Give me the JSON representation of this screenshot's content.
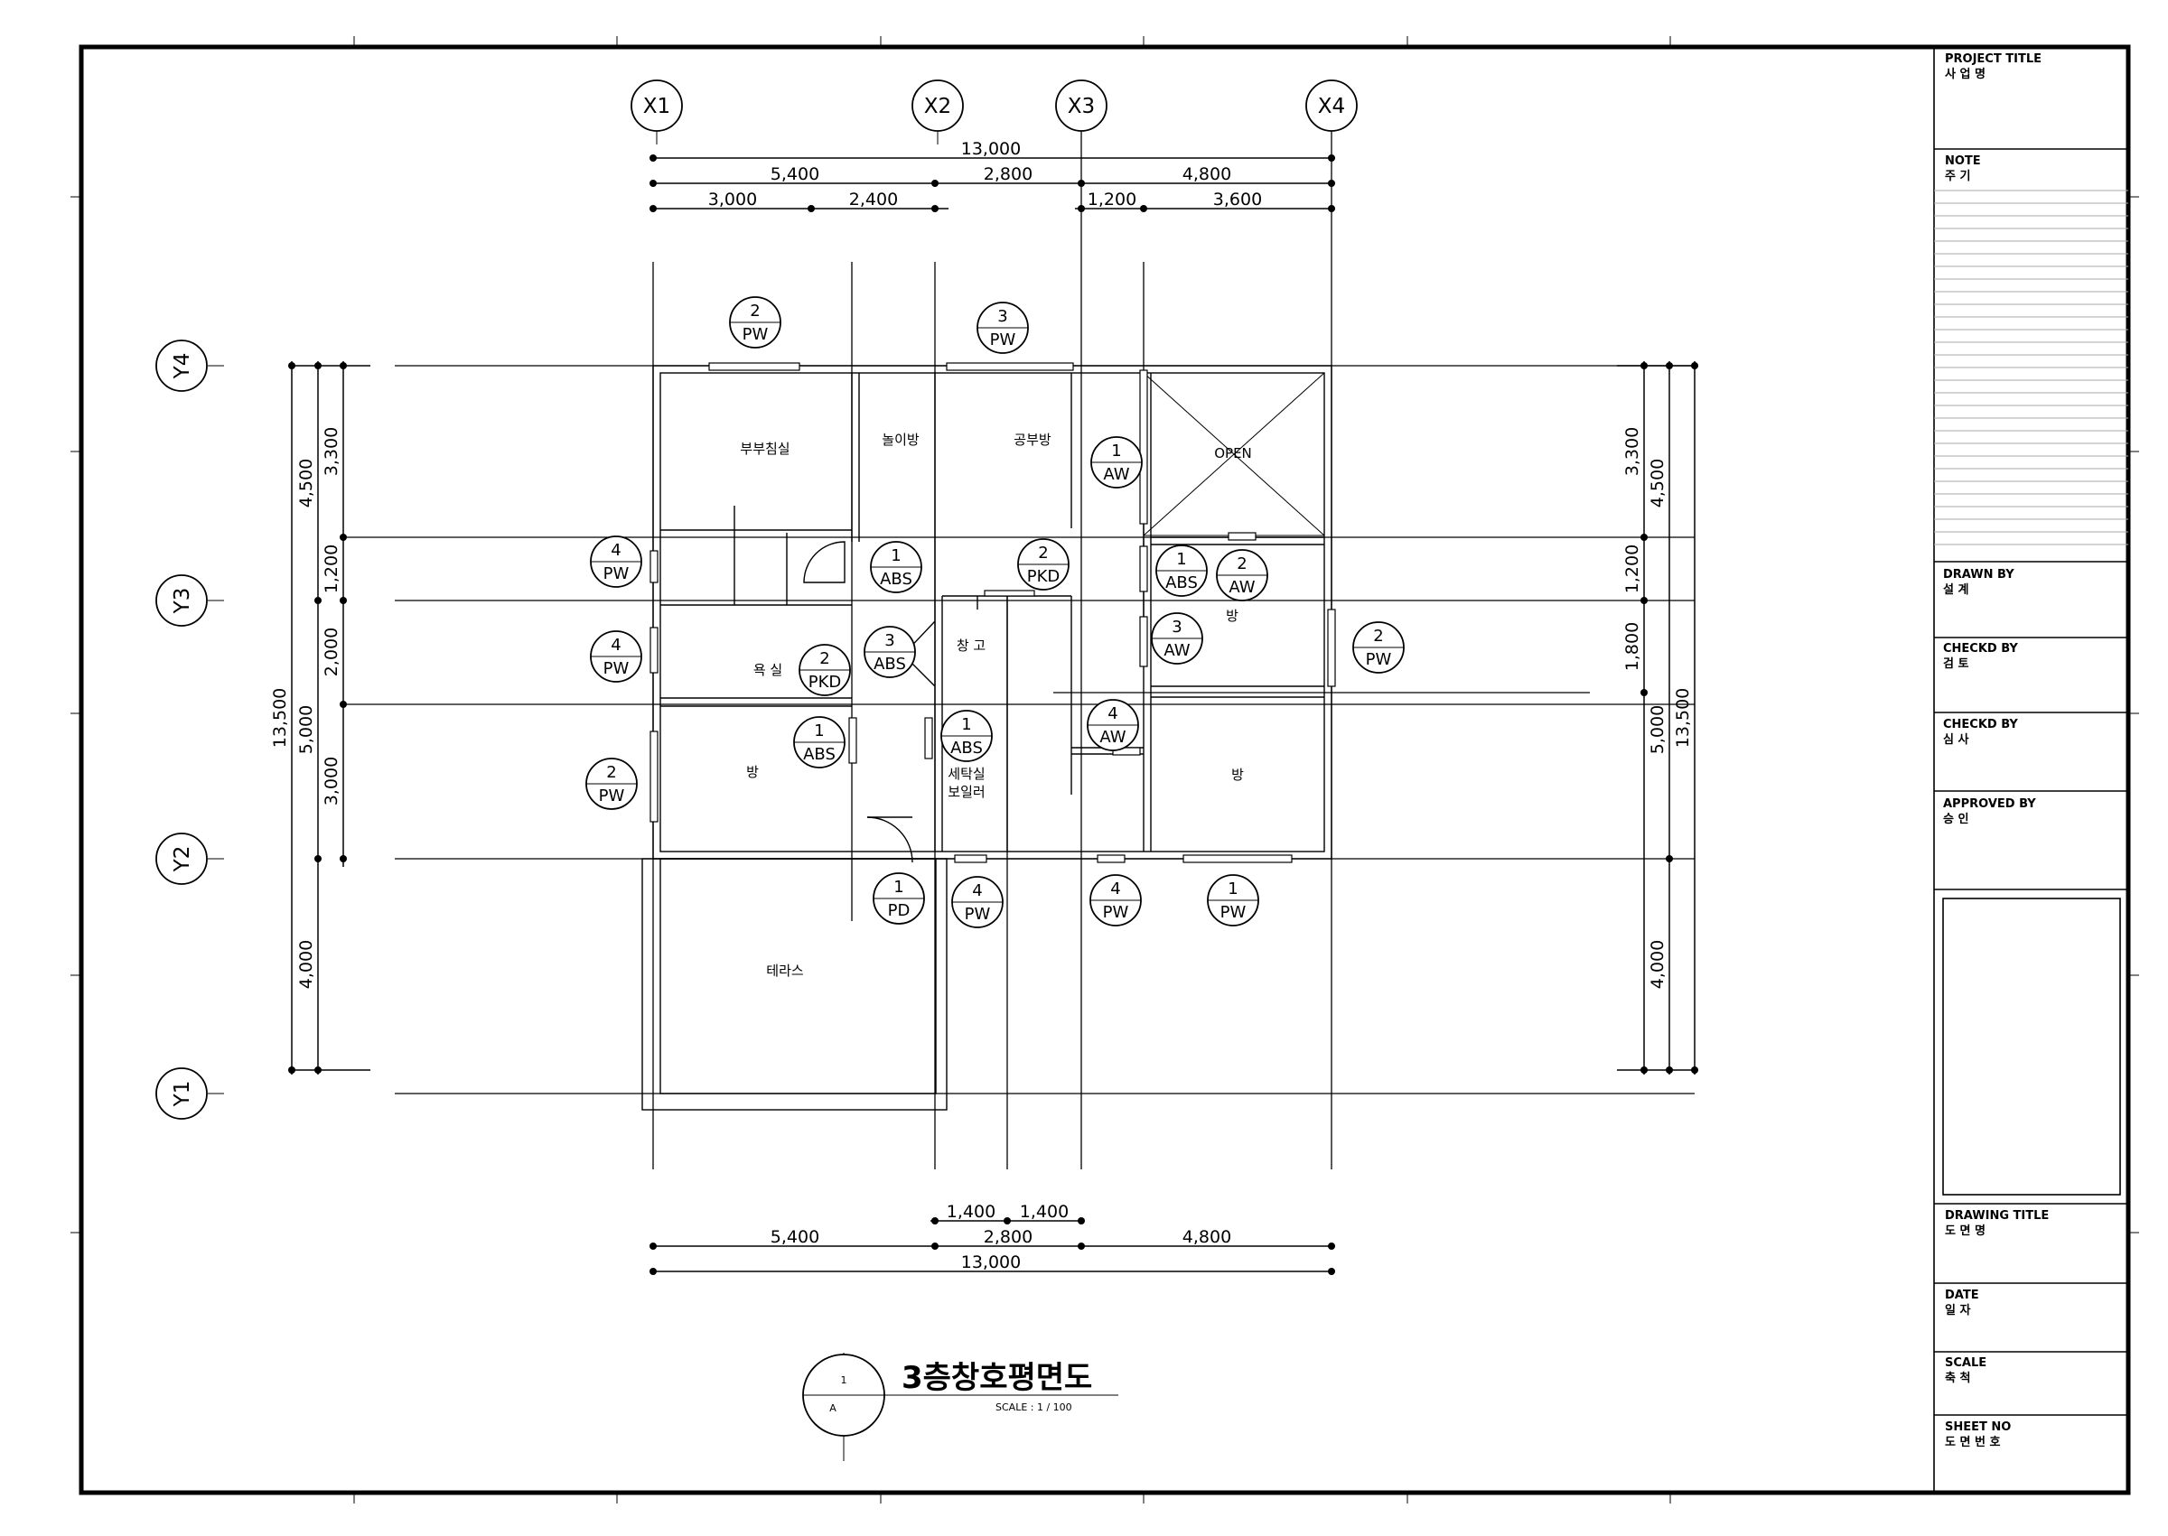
{
  "grid": {
    "x": [
      "X1",
      "X2",
      "X3",
      "X4"
    ],
    "y": [
      "Y4",
      "Y3",
      "Y2",
      "Y1"
    ]
  },
  "dimensions": {
    "top": {
      "total": "13,000",
      "row2": [
        "5,400",
        "2,800",
        "4,800"
      ],
      "row3": [
        "3,000",
        "2,400",
        "1,200",
        "3,600"
      ]
    },
    "bottom": {
      "row1": [
        "1,400",
        "1,400"
      ],
      "row2": [
        "5,400",
        "2,800",
        "4,800"
      ],
      "total": "13,000"
    },
    "left": {
      "total": "13,500",
      "mid": [
        "4,500",
        "5,000",
        "4,000"
      ],
      "inner": [
        "3,300",
        "1,200",
        "2,000",
        "3,000"
      ]
    },
    "right": {
      "inner": [
        "3,300",
        "1,200",
        "1,800"
      ],
      "mid": [
        "4,500",
        "5,000",
        "4,000"
      ],
      "total": "13,500"
    }
  },
  "rooms": [
    "부부침실",
    "놀이방",
    "공부방",
    "OPEN",
    "욕 실",
    "창 고",
    "방",
    "방",
    "세탁실",
    "보일러",
    "방",
    "테라스"
  ],
  "tags": [
    {
      "num": "2",
      "code": "PW"
    },
    {
      "num": "3",
      "code": "PW"
    },
    {
      "num": "1",
      "code": "AW"
    },
    {
      "num": "4",
      "code": "PW"
    },
    {
      "num": "1",
      "code": "ABS"
    },
    {
      "num": "2",
      "code": "PKD"
    },
    {
      "num": "1",
      "code": "ABS"
    },
    {
      "num": "2",
      "code": "AW"
    },
    {
      "num": "4",
      "code": "PW"
    },
    {
      "num": "2",
      "code": "PKD"
    },
    {
      "num": "3",
      "code": "ABS"
    },
    {
      "num": "3",
      "code": "AW"
    },
    {
      "num": "2",
      "code": "PW"
    },
    {
      "num": "1",
      "code": "ABS"
    },
    {
      "num": "1",
      "code": "ABS"
    },
    {
      "num": "4",
      "code": "AW"
    },
    {
      "num": "2",
      "code": "PW"
    },
    {
      "num": "1",
      "code": "PD"
    },
    {
      "num": "4",
      "code": "PW"
    },
    {
      "num": "4",
      "code": "PW"
    },
    {
      "num": "1",
      "code": "PW"
    }
  ],
  "caption": {
    "number": "1",
    "ref": "A",
    "title": "3층창호평면도",
    "scale": "SCALE : 1 / 100"
  },
  "title_block": {
    "project_title": {
      "en": "PROJECT  TITLE",
      "kr": "사    업    명"
    },
    "note": {
      "en": "NOTE",
      "kr": "주       기"
    },
    "drawn_by": {
      "en": "DRAWN  BY",
      "kr": "설      계"
    },
    "checked_by": {
      "en": "CHECKD  BY",
      "kr": "검      토"
    },
    "reviewed_by": {
      "en": "CHECKD  BY",
      "kr": "심      사"
    },
    "approved_by": {
      "en": "APPROVED  BY",
      "kr": "승      인"
    },
    "drawing_title": {
      "en": "DRAWING  TITLE",
      "kr": "도  면  명"
    },
    "date": {
      "en": "DATE",
      "kr": "일      자"
    },
    "scale": {
      "en": "SCALE",
      "kr": "축      척"
    },
    "sheet_no": {
      "en": "SHEET  NO",
      "kr": "도 면 번 호"
    }
  }
}
